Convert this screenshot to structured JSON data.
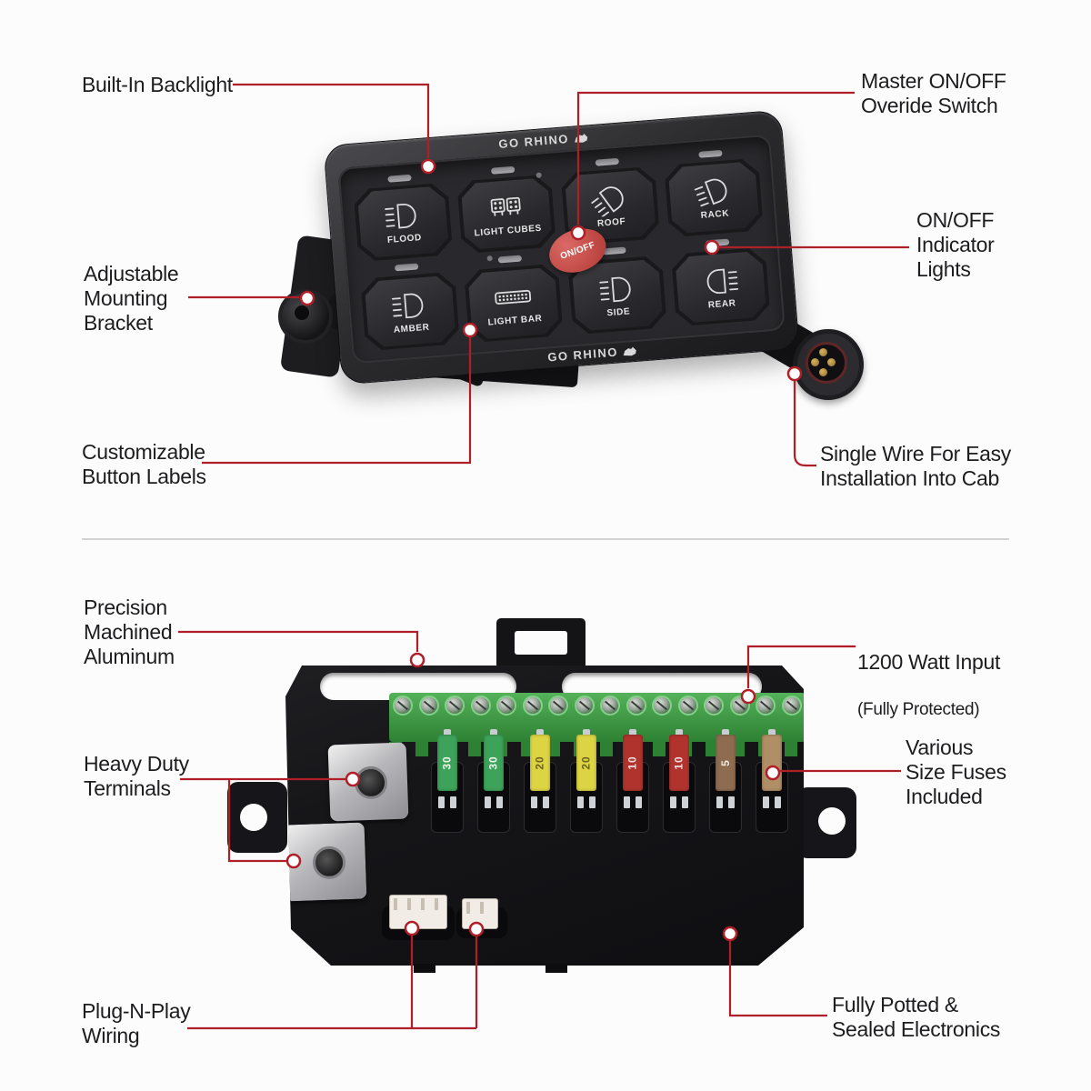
{
  "meta": {
    "accent_color": "#b01e28",
    "text_color": "#1d1d1f",
    "background": "#fcfcfc",
    "icons": [
      "rhino-logo-icon",
      "flood-light-icon",
      "light-cubes-icon",
      "roof-light-icon",
      "rack-light-icon",
      "amber-light-icon",
      "light-bar-icon",
      "side-light-icon",
      "rear-light-icon",
      "indicator-pill",
      "master-onoff-button",
      "round-connector-4pin",
      "terminal-screw",
      "blade-fuse"
    ]
  },
  "top": {
    "device": {
      "brand_top": "GO RHINO",
      "brand_bottom": "GO RHINO",
      "master_button": "ON/OFF",
      "buttons": [
        {
          "label": "FLOOD"
        },
        {
          "label": "LIGHT CUBES"
        },
        {
          "label": "ROOF"
        },
        {
          "label": "RACK"
        },
        {
          "label": "AMBER"
        },
        {
          "label": "LIGHT BAR"
        },
        {
          "label": "SIDE"
        },
        {
          "label": "REAR"
        }
      ]
    },
    "callouts": {
      "backlight": "Built-In Backlight",
      "master": "Master ON/OFF\nOveride Switch",
      "indicator": "ON/OFF\nIndicator\nLights",
      "bracket": "Adjustable\nMounting\nBracket",
      "custom_labels": "Customizable\nButton Labels",
      "single_wire": "Single Wire For Easy\nInstallation Into Cab"
    }
  },
  "bottom": {
    "callouts": {
      "aluminum": "Precision\nMachined\nAluminum",
      "terminals": "Heavy Duty\nTerminals",
      "watt_line1": "1200 Watt Input",
      "watt_line2": "(Fully Protected)",
      "fuses": "Various\nSize Fuses\nIncluded",
      "wiring": "Plug-N-Play\nWiring",
      "potted": "Fully Potted &\nSealed Electronics"
    },
    "module": {
      "terminal_screw_count": 16,
      "fuses": [
        {
          "value": "30",
          "color": "#3da35a",
          "text": "#eaf6ec"
        },
        {
          "value": "30",
          "color": "#3da35a",
          "text": "#eaf6ec"
        },
        {
          "value": "20",
          "color": "#ddd443",
          "text": "#6b6420"
        },
        {
          "value": "20",
          "color": "#ddd443",
          "text": "#6b6420"
        },
        {
          "value": "10",
          "color": "#b0342d",
          "text": "#f2dcda"
        },
        {
          "value": "10",
          "color": "#b0342d",
          "text": "#f2dcda"
        },
        {
          "value": "5",
          "color": "#8e6c50",
          "text": "#f0e8dd"
        },
        {
          "value": "",
          "color": "#b08f66",
          "text": "#f0e8dd"
        }
      ]
    }
  }
}
